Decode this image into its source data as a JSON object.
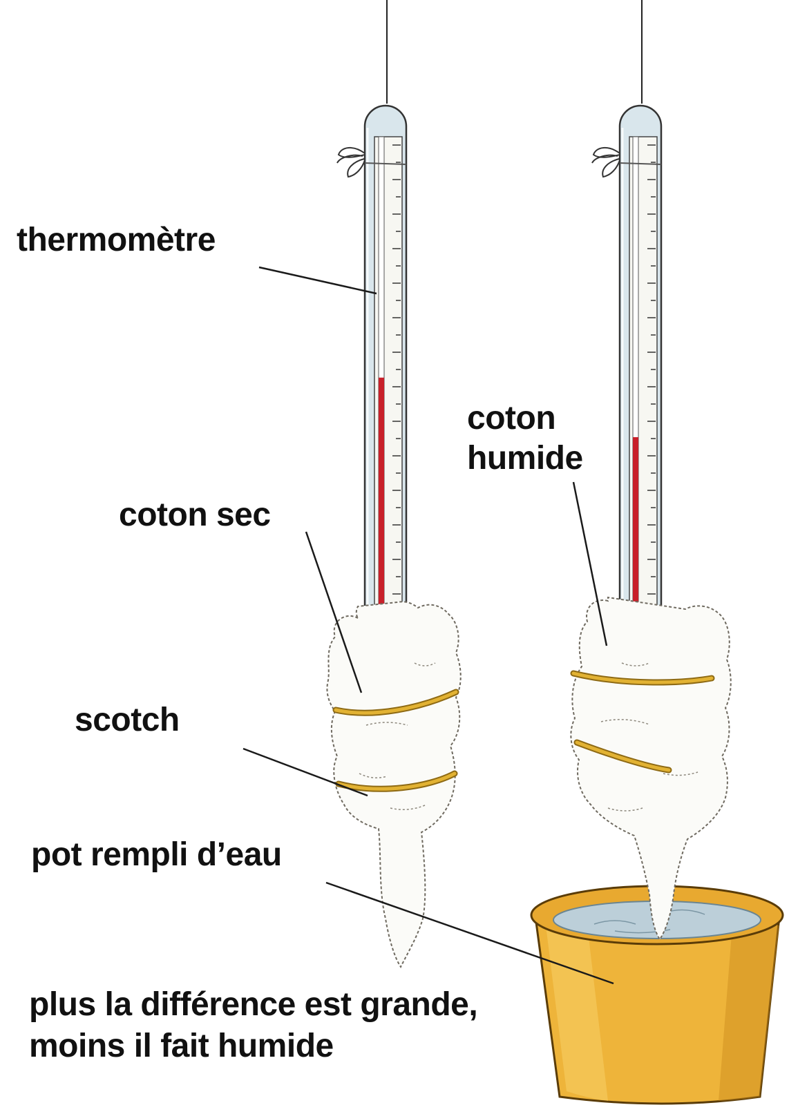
{
  "labels": {
    "thermometer": "thermomètre",
    "wet_cotton": {
      "line1": "coton",
      "line2": "humide"
    },
    "dry_cotton": "coton sec",
    "tape": "scotch",
    "water_pot": "pot rempli d’eau",
    "caption": {
      "line1": "plus la différence est grande,",
      "line2": "moins il fait humide"
    }
  },
  "thermometers": [
    {
      "name": "dry",
      "level": 0.55
    },
    {
      "name": "wet",
      "level": 0.42
    }
  ],
  "colors": {
    "mercury": "#c8202a",
    "tube_outline": "#333333",
    "glass": "#d9e6ec",
    "cotton": "#fbfbf8",
    "cotton_outline": "#6f6a60",
    "tape": "#e2b233",
    "tape_edge": "#8e6a14",
    "pot": "#eeb43a",
    "pot_shade": "#c98a1c",
    "water": "#bccfd9",
    "leader_line": "#1a1a1a"
  }
}
